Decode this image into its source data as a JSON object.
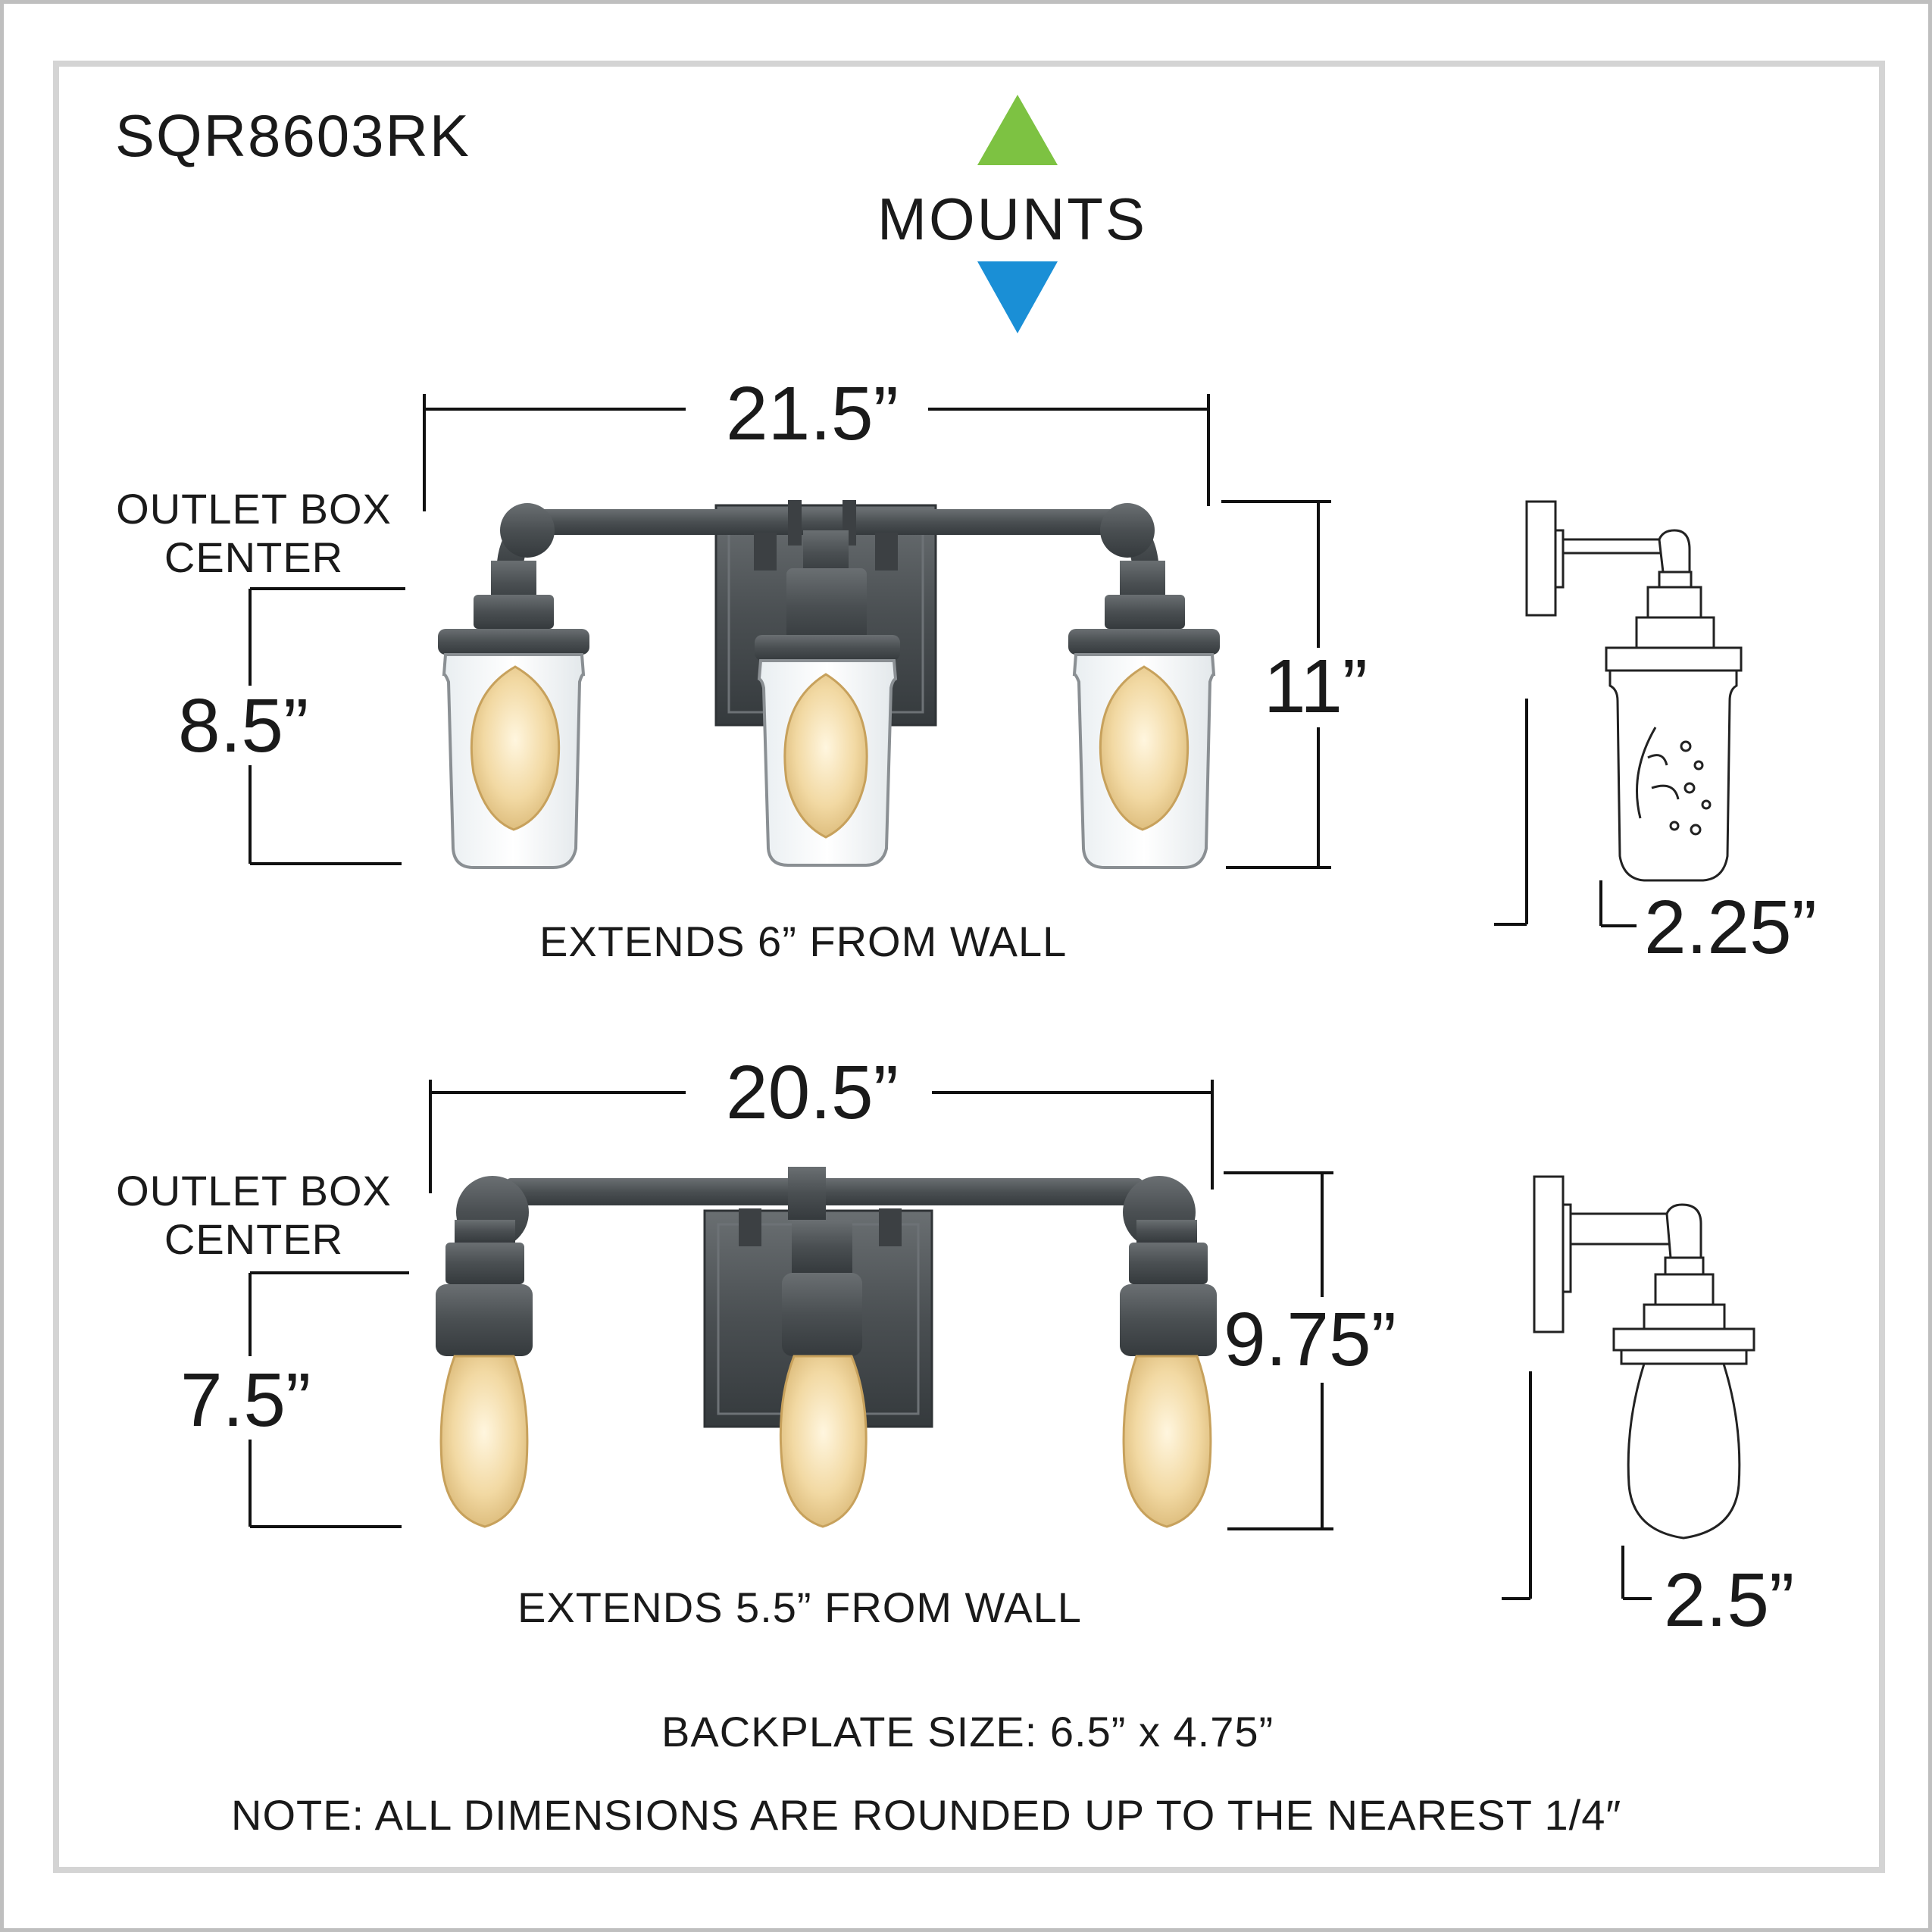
{
  "model_number": "SQR8603RK",
  "mounts": {
    "label": "MOUNTS",
    "up_color": "#7dc242",
    "down_color": "#1a8fd6",
    "up_icon": "triangle-up-icon",
    "down_icon": "triangle-down-icon"
  },
  "fixture_top": {
    "width": "21.5”",
    "height": "11”",
    "outlet_label": "OUTLET BOX\nCENTER",
    "outlet_label_line1": "OUTLET BOX",
    "outlet_label_line2": "CENTER",
    "outlet_height": "8.5”",
    "extends": "EXTENDS 6” FROM WALL",
    "side_depth": "2.25”"
  },
  "fixture_bottom": {
    "width": "20.5”",
    "height": "9.75”",
    "outlet_label_line1": "OUTLET BOX",
    "outlet_label_line2": "CENTER",
    "outlet_height": "7.5”",
    "extends": "EXTENDS 5.5” FROM WALL",
    "side_depth": "2.5”"
  },
  "backplate": "BACKPLATE SIZE: 6.5” x 4.75”",
  "note": "NOTE:  ALL DIMENSIONS ARE ROUNDED UP TO THE NEAREST  1/4″",
  "colors": {
    "metal": "#4a4f52",
    "glass_outline": "#8a8f93",
    "bulb": "#f2d9a3"
  }
}
